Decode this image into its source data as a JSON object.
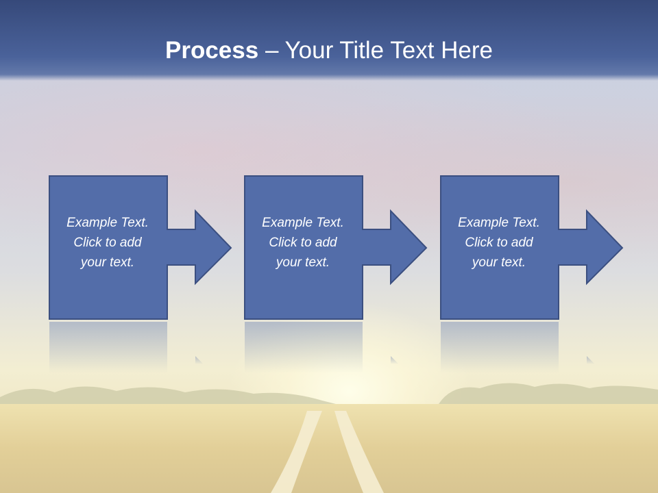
{
  "title": {
    "bold": "Process",
    "rest": " – Your Title Text Here"
  },
  "steps": [
    {
      "lines": [
        "Example Text.",
        "Click  to add",
        "your text."
      ]
    },
    {
      "lines": [
        "Example Text.",
        "Click  to add",
        "your text."
      ]
    },
    {
      "lines": [
        "Example Text.",
        "Click  to add",
        "your text."
      ]
    }
  ],
  "colors": {
    "box_fill": "#536da9",
    "box_stroke": "#3b4f80",
    "title_bar": "#425a93"
  }
}
